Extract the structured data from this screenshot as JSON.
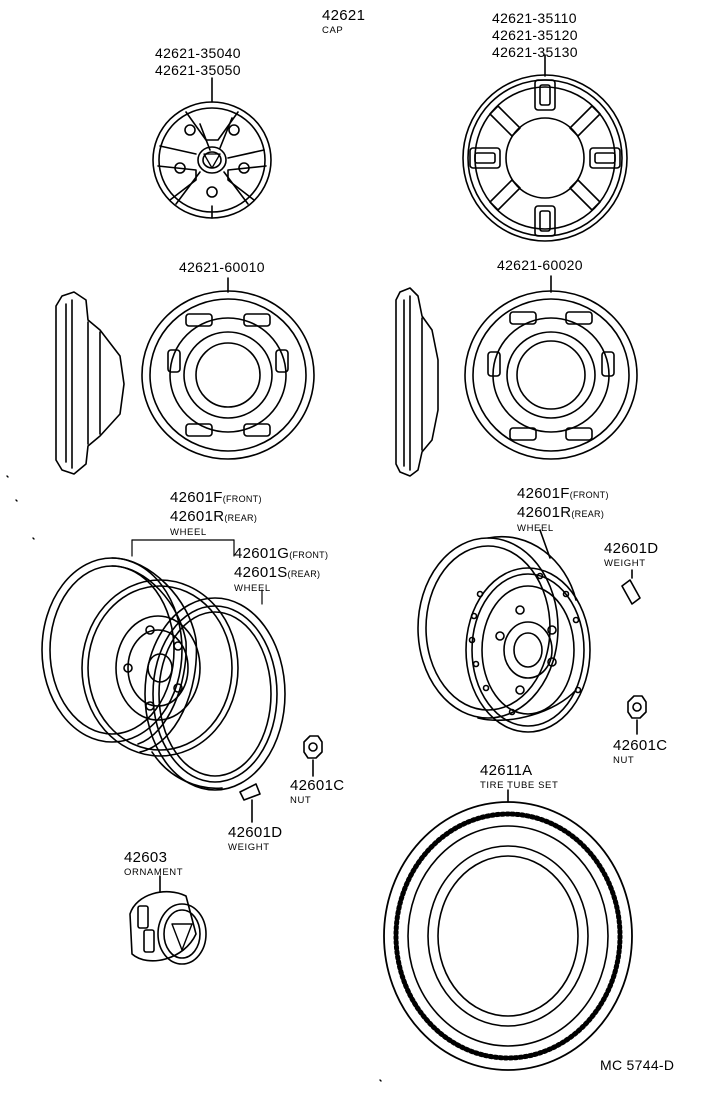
{
  "cap": {
    "part_number": "42621",
    "name": "CAP",
    "small_cap_numbers": [
      "42621-35040",
      "42621-35050"
    ],
    "slotted_cap_numbers": [
      "42621-35110",
      "42621-35120",
      "42621-35130"
    ],
    "left_trim_number": "42621-60010",
    "right_trim_number": "42621-60020"
  },
  "split_wheel": {
    "main_numbers": [
      {
        "number": "42601F",
        "qualifier": "(FRONT)"
      },
      {
        "number": "42601R",
        "qualifier": "(REAR)"
      }
    ],
    "main_name": "WHEEL",
    "ring_numbers": [
      {
        "number": "42601G",
        "qualifier": "(FRONT)"
      },
      {
        "number": "42601S",
        "qualifier": "(REAR)"
      }
    ],
    "ring_name": "WHEEL",
    "nut_number": "42601C",
    "nut_name": "NUT",
    "weight_number": "42601D",
    "weight_name": "WEIGHT"
  },
  "disc_wheel": {
    "numbers": [
      {
        "number": "42601F",
        "qualifier": "(FRONT)"
      },
      {
        "number": "42601R",
        "qualifier": "(REAR)"
      }
    ],
    "name": "WHEEL",
    "weight_number": "42601D",
    "weight_name": "WEIGHT",
    "nut_number": "42601C",
    "nut_name": "NUT"
  },
  "ornament": {
    "number": "42603",
    "name": "ORNAMENT"
  },
  "tire": {
    "number": "42611A",
    "name": "TIRE TUBE SET"
  },
  "drawing_code": "MC 5744-D"
}
